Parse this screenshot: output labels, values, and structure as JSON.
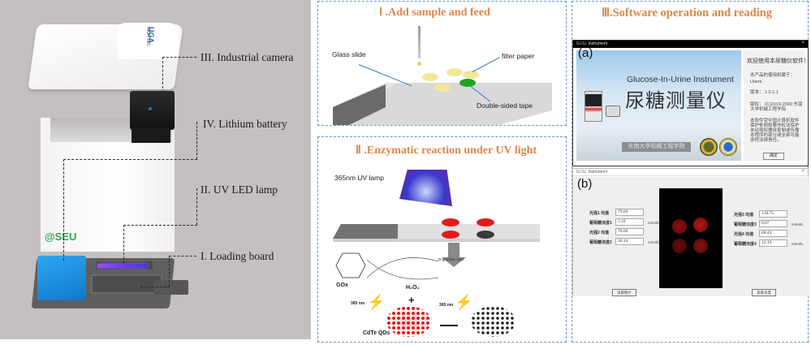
{
  "device": {
    "lid_brand": "UGA",
    "lid_subtext": "HIGH TEC",
    "body_logo": "@SEU",
    "callouts": [
      {
        "id": "camera",
        "label": "III. Industrial camera"
      },
      {
        "id": "battery",
        "label": "IV. Lithium battery"
      },
      {
        "id": "uv-lamp",
        "label": "II. UV LED lamp"
      },
      {
        "id": "loading-board",
        "label": "I. Loading board"
      }
    ]
  },
  "panel1": {
    "title": "Ⅰ .Add sample and feed",
    "labels": {
      "glass_slide": "Glass slide",
      "filter_paper": "filter paper",
      "double_sided_tape": "Double-sided tape"
    }
  },
  "panel2": {
    "title": "Ⅱ .Enzymatic reaction under UV light",
    "labels": {
      "uv_lamp": "365nm UV lamp",
      "gluconic_acid": "D-gluconic acid",
      "gox": "GOx",
      "h2o2": "H₂O₂",
      "plus": "+",
      "wavelength_left": "365 nm",
      "wavelength_right": "365 nm",
      "qds": "CdTe QDs"
    }
  },
  "panel3": {
    "title": "Ⅲ.Software operation and reading",
    "window_a": {
      "tag": "(a)",
      "titlebar": "G.I.U. Instrument",
      "close": "×",
      "splash_en": "Glucose-In-Urine Instrument",
      "splash_cn": "尿糖测量仪",
      "banner": "东南大学机械工程学院",
      "welcome": "欢迎使用本尿糖仪软件！",
      "side_lines": [
        "本产品的使用权属于：",
        "Users",
        "版本：        1.0.1.1",
        "版权： (C)2019-2020  东南",
        "大学机械工程学院",
        "本软件受中国计算机软件",
        "保护条例和著作权法保护",
        "未经授权擅自复制或传播",
        "本程序的部分或全部可能",
        "承担法律责任。"
      ],
      "ok_button": "确定"
    },
    "window_b": {
      "tag": "(b)",
      "titlebar": "G.I.U. Instrument",
      "close": "×",
      "left_fields": [
        {
          "label": "光强1 均值",
          "value": "79.60",
          "unit": ""
        },
        {
          "label": "葡萄糖浓度1",
          "value": "5.18",
          "unit": "mmol/L"
        },
        {
          "label": "光强2 均值",
          "value": "76.68",
          "unit": ""
        },
        {
          "label": "葡萄糖浓度2",
          "value": "30.14",
          "unit": "mmol/L"
        }
      ],
      "right_fields": [
        {
          "label": "光强3 均值",
          "value": "130.75",
          "unit": ""
        },
        {
          "label": "葡萄糖浓度3",
          "value": "0.07",
          "unit": "mmol/L"
        },
        {
          "label": "光强4 均值",
          "value": "68.43",
          "unit": ""
        },
        {
          "label": "葡萄糖浓度4",
          "value": "12.19",
          "unit": "mmol/L"
        }
      ],
      "left_button": "读取图片",
      "right_button": "读取浓度"
    }
  },
  "colors": {
    "title_orange": "#d9874a",
    "panel_border": "#6b96c6",
    "device_bg": "#c4c0bf",
    "qd_red": "#e01c1c"
  }
}
